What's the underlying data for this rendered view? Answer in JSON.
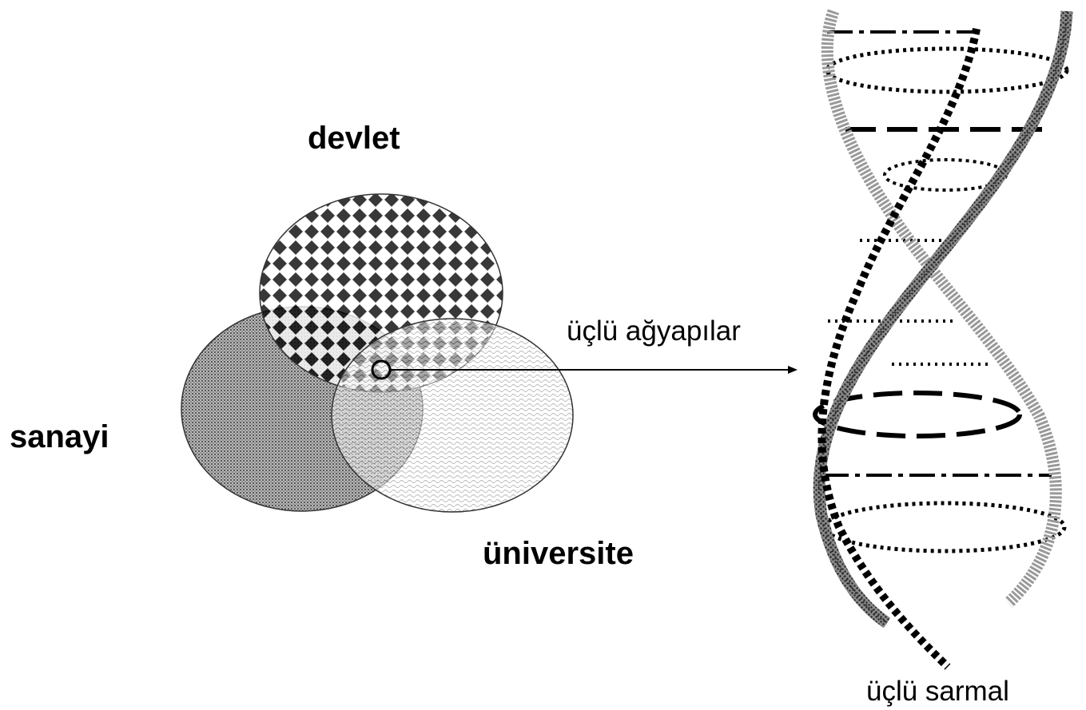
{
  "venn": {
    "government_label": "devlet",
    "industry_label": "sanayi",
    "university_label": "üniversite"
  },
  "arrow_label": "üçlü ağyapılar",
  "helix_label": "üçlü sarmal"
}
